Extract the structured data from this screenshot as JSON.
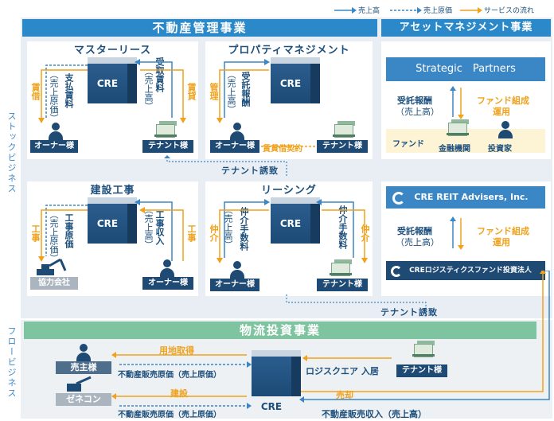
{
  "legend": {
    "sales": "売上高",
    "cost": "売上原価",
    "service": "サービスの流れ"
  },
  "headers": {
    "real_estate_mgmt": "不動産管理事業",
    "asset_mgmt": "アセットマネジメント事業",
    "logistics": "物流投資事業"
  },
  "side_labels": {
    "stock": "ストックビジネス",
    "flow": "フロービジネス"
  },
  "cre": "CRE",
  "master_lease": {
    "title": "マスターリース",
    "left_flow": "賃借",
    "cost_label": "（売上原価）",
    "pay_rent": "支払賃料",
    "receive_rent": "受取賃料",
    "sales_label": "（売上高）",
    "right_flow": "賃貸",
    "owner": "オーナー様",
    "tenant": "テナント様"
  },
  "property_mgmt": {
    "title": "プロパティマネジメント",
    "left_flow": "管理",
    "sales_label": "（売上高）",
    "fee": "受託報酬",
    "owner": "オーナー様",
    "contract": "賃貸借契約",
    "tenant": "テナント様"
  },
  "tenant_invite_1": "テナント誘致",
  "construction": {
    "title": "建設工事",
    "left_flow": "工事",
    "cost_label": "（売上原価）",
    "cost": "工事原価",
    "revenue": "工事収入",
    "sales_label": "（売上高）",
    "right_flow": "工事",
    "partner": "協力会社",
    "owner": "オーナー様"
  },
  "leasing": {
    "title": "リーシング",
    "left_flow": "仲介",
    "sales_label": "（売上高）",
    "fee_left": "仲介手数料",
    "fee_right": "仲介手数料",
    "right_flow": "仲介",
    "owner": "オーナー様",
    "tenant": "テナント様"
  },
  "tenant_invite_2": "テナント誘致",
  "asset": {
    "strategic": "Strategic　Partners",
    "fee1": "受託報酬",
    "sales1": "（売上高）",
    "fund_op1_a": "ファンド組成",
    "fund_op1_b": "運用",
    "fund": "ファンド",
    "bank": "金融機関",
    "investor": "投資家",
    "reit": "CRE REIT Advisers, Inc.",
    "fee2": "受託報酬",
    "sales2": "（売上高）",
    "fund_op2_a": "ファンド組成",
    "fund_op2_b": "運用",
    "logi_fund": "CREロジスティクスファンド投資法人"
  },
  "logistics": {
    "seller": "売主様",
    "land": "用地取得",
    "cost1": "不動産販売原価（売上原価）",
    "genecon": "ゼネコン",
    "build": "建設",
    "cost2": "不動産販売原価（売上原価）",
    "move_in": "ロジスクエア 入居",
    "tenant": "テナント様",
    "sale": "売却",
    "sales": "不動産販売収入（売上高）"
  },
  "colors": {
    "navy": "#1f4a74",
    "blue": "#3b86c4",
    "orange": "#f0a21c",
    "green": "#7fc4a0",
    "panel": "#e8eef4"
  }
}
